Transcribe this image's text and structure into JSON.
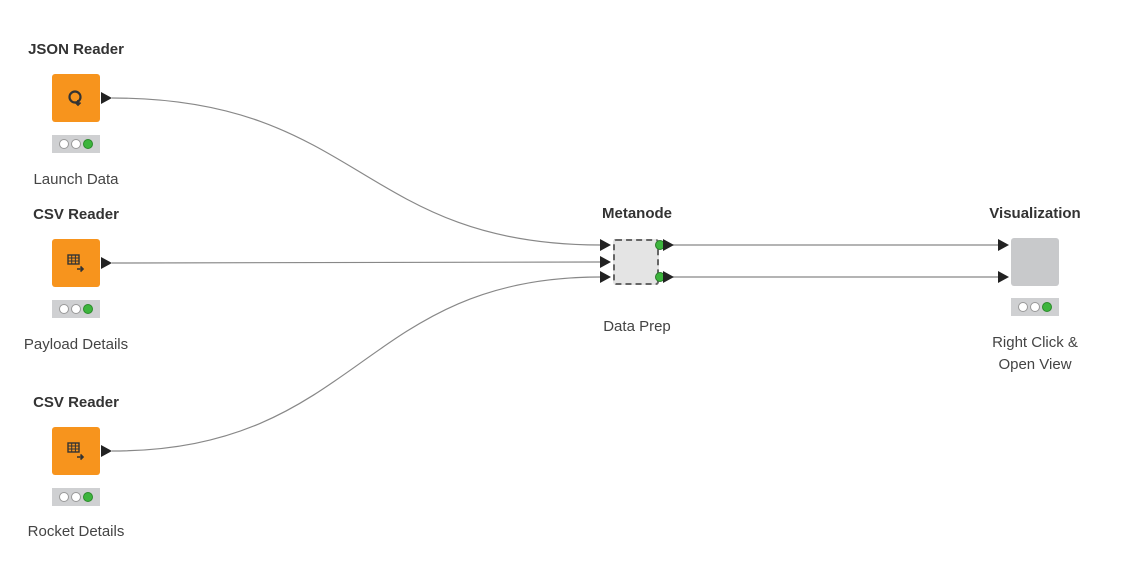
{
  "nodes": {
    "json_reader": {
      "title": "JSON Reader",
      "label": "Launch Data",
      "icon": "json-reader-icon"
    },
    "csv_reader_payload": {
      "title": "CSV Reader",
      "label": "Payload Details",
      "icon": "csv-reader-icon"
    },
    "csv_reader_rocket": {
      "title": "CSV Reader",
      "label": "Rocket Details",
      "icon": "csv-reader-icon"
    },
    "metanode": {
      "title": "Metanode",
      "label": "Data Prep"
    },
    "visualization": {
      "title": "Visualization",
      "label_line1": "Right Click &",
      "label_line2": "Open View"
    }
  },
  "colors": {
    "source_node": "#f7941d",
    "view_node": "#c8c9cb",
    "status_green": "#3db53d",
    "connection": "#888888"
  }
}
